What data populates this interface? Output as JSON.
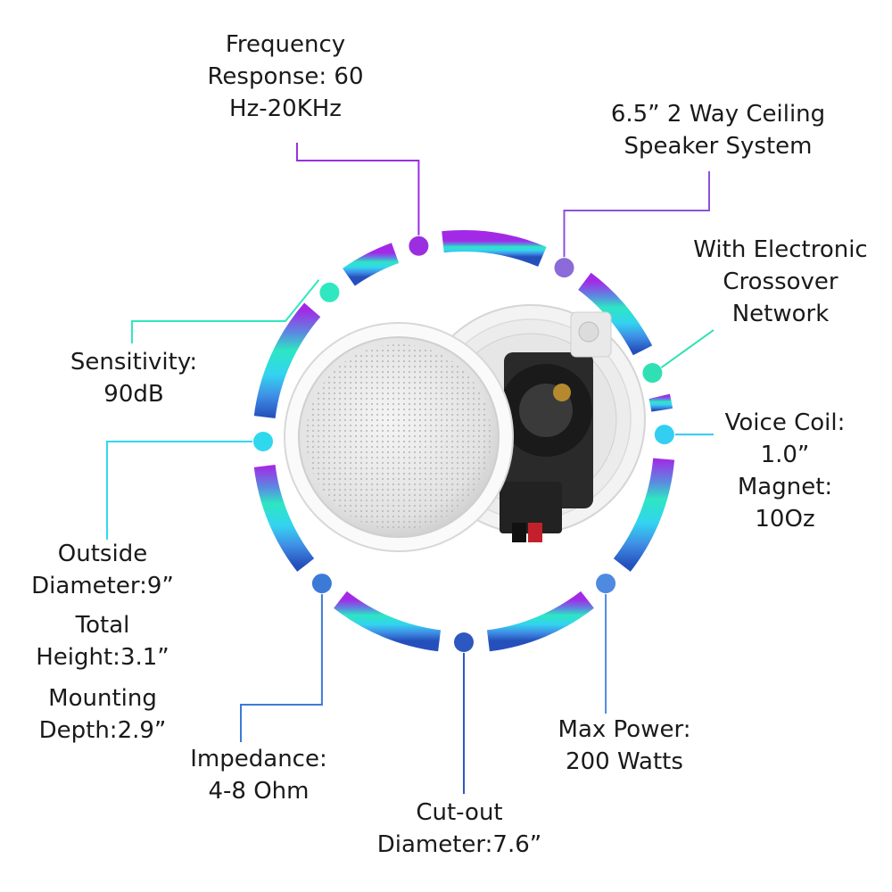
{
  "specs": {
    "frequency": {
      "lines": [
        "Frequency",
        "Response: 60",
        "Hz-20KHz"
      ],
      "color": "#9b2fe0"
    },
    "system": {
      "lines": [
        "6.5” 2 Way Ceiling",
        "Speaker System"
      ],
      "color": "#8c52d8"
    },
    "crossover": {
      "lines": [
        "With Electronic",
        "Crossover",
        "Network"
      ],
      "color": "#2fe0b4"
    },
    "voice_coil": {
      "lines": [
        "Voice Coil:",
        "1.0”",
        "Magnet:",
        "10Oz"
      ],
      "color": "#33c8f0"
    },
    "max_power": {
      "lines": [
        "Max Power:",
        "200 Watts"
      ],
      "color": "#4d8ae0"
    },
    "cutout": {
      "lines": [
        "Cut-out",
        "Diameter:7.6”"
      ],
      "color": "#2c58c0"
    },
    "impedance": {
      "lines": [
        "Impedance:",
        "4-8 Ohm"
      ],
      "color": "#3c7ad8"
    },
    "outside": {
      "lines": [
        "Outside",
        "Diameter:9”"
      ],
      "color": "#30d8ee"
    },
    "height": {
      "lines": [
        "Total",
        "Height:3.1”"
      ]
    },
    "depth": {
      "lines": [
        "Mounting",
        "Depth:2.9”"
      ]
    },
    "sensitivity": {
      "lines": [
        "Sensitivity:",
        "90dB"
      ],
      "color": "#2fe8c0"
    }
  }
}
